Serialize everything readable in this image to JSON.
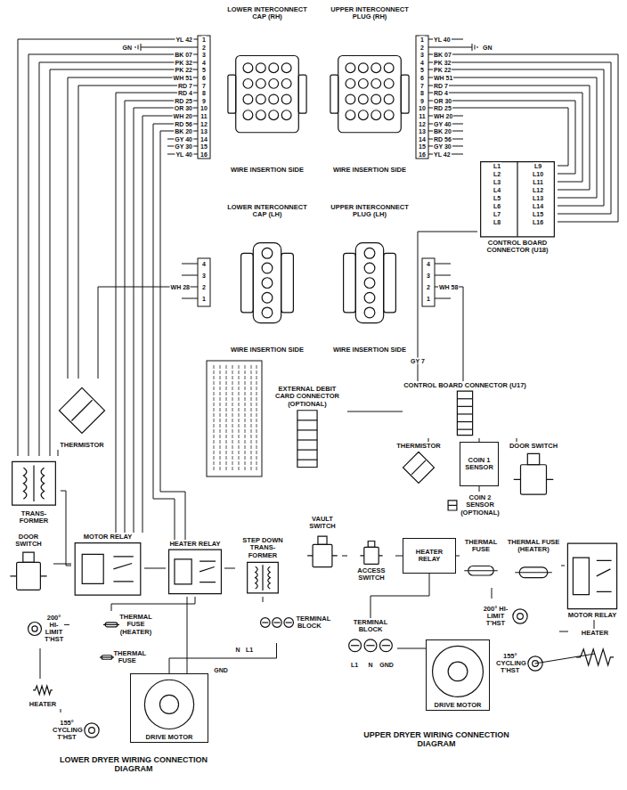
{
  "diagram": {
    "nodes": [
      {
        "text": [
          "LOWER INTERCONNECT CAP (RH)",
          "WIRE INSERTION SIDE"
        ]
      },
      {
        "text": [
          "UPPER INTERCONNECT PLUG (RH)",
          "WIRE INSERTION SIDE"
        ]
      },
      {
        "text": [
          "LOWER INTERCONNECT CAP (LH)",
          "WIRE INSERTION SIDE"
        ]
      },
      {
        "text": [
          "UPPER INTERCONNECT PLUG (LH)",
          "WIRE INSERTION SIDE"
        ]
      },
      {
        "text": [
          "CONTROL BOARD CONNECTOR (U18)"
        ]
      },
      {
        "text": [
          "THERMISTOR"
        ]
      },
      {
        "text": [
          "TRANS-FORMER"
        ]
      },
      {
        "text": [
          "DOOR SWITCH"
        ]
      },
      {
        "text": [
          "MOTOR RELAY"
        ]
      },
      {
        "text": [
          "HEATER RELAY"
        ]
      },
      {
        "text": [
          "STEP DOWN TRANS-FORMER"
        ]
      },
      {
        "text": [
          "TERMINAL BLOCK"
        ]
      },
      {
        "text": [
          "DRIVE MOTOR"
        ]
      },
      {
        "text": [
          "THERMAL FUSE (HEATER)"
        ]
      },
      {
        "text": [
          "200° HI-LIMIT T'HST"
        ]
      },
      {
        "text": [
          "THERMAL FUSE"
        ]
      },
      {
        "text": [
          "HEATER"
        ]
      },
      {
        "text": [
          "155° CYCLING T'HST"
        ]
      },
      {
        "text": [
          "CONTROL BOARD CONNECTOR (U17)"
        ]
      },
      {
        "text": [
          "EXTERNAL DEBIT CARD CONNECTOR (OPTIONAL)"
        ]
      },
      {
        "text": [
          "THERMISTOR"
        ]
      },
      {
        "text": [
          "COIN 1 SENSOR"
        ]
      },
      {
        "text": [
          "COIN 2 SENSOR (OPTIONAL)"
        ]
      },
      {
        "text": [
          "DOOR SWITCH"
        ]
      },
      {
        "text": [
          "VAULT SWITCH"
        ]
      },
      {
        "text": [
          "ACCESS SWITCH"
        ]
      },
      {
        "text": [
          "HEATER RELAY"
        ]
      },
      {
        "text": [
          "THERMAL FUSE"
        ]
      },
      {
        "text": [
          "THERMAL FUSE (HEATER)"
        ]
      },
      {
        "text": [
          "TERMINAL BLOCK"
        ]
      },
      {
        "text": [
          "DRIVE MOTOR"
        ]
      },
      {
        "text": [
          "200° HI-LIMIT T'HST"
        ]
      },
      {
        "text": [
          "MOTOR RELAY"
        ]
      },
      {
        "text": [
          "155° CYCLING T'HST"
        ]
      },
      {
        "text": [
          "HEATER"
        ]
      }
    ],
    "edges": [
      {
        "from": 5,
        "to": 6,
        "arrow": "none"
      },
      {
        "from": 6,
        "to": 8,
        "arrow": "none"
      },
      {
        "from": 7,
        "to": 8,
        "arrow": "none"
      },
      {
        "from": 8,
        "to": 9,
        "arrow": "none"
      },
      {
        "from": 9,
        "to": 10,
        "arrow": "none"
      },
      {
        "from": 10,
        "to": 11,
        "arrow": "none"
      },
      {
        "from": 9,
        "to": 12,
        "arrow": "none"
      },
      {
        "from": 9,
        "to": 13,
        "arrow": "none"
      },
      {
        "from": 13,
        "to": 14,
        "arrow": "none"
      },
      {
        "from": 14,
        "to": 16,
        "arrow": "none"
      },
      {
        "from": 16,
        "to": 17,
        "arrow": "none"
      },
      {
        "from": 15,
        "to": 12,
        "arrow": "none"
      },
      {
        "from": 12,
        "to": 11,
        "arrow": "none"
      },
      {
        "from": 18,
        "to": 20,
        "arrow": "none"
      },
      {
        "from": 18,
        "to": 21,
        "arrow": "none"
      },
      {
        "from": 18,
        "to": 23,
        "arrow": "none"
      },
      {
        "from": 21,
        "to": 22,
        "arrow": "none"
      },
      {
        "from": 19,
        "to": 18,
        "arrow": "none"
      },
      {
        "from": 24,
        "to": 25,
        "arrow": "none"
      },
      {
        "from": 25,
        "to": 26,
        "arrow": "none"
      },
      {
        "from": 26,
        "to": 29,
        "arrow": "none"
      },
      {
        "from": 29,
        "to": 30,
        "arrow": "none"
      },
      {
        "from": 26,
        "to": 27,
        "arrow": "none"
      },
      {
        "from": 27,
        "to": 31,
        "arrow": "none"
      },
      {
        "from": 28,
        "to": 32,
        "arrow": "none"
      },
      {
        "from": 32,
        "to": 34,
        "arrow": "none"
      },
      {
        "from": 31,
        "to": 34,
        "arrow": "none"
      },
      {
        "from": 34,
        "to": 33,
        "arrow": "none"
      }
    ],
    "labels": [
      "1",
      "2",
      "3",
      "4",
      "5",
      "6",
      "7",
      "8",
      "9",
      "10",
      "11",
      "12",
      "13",
      "14",
      "15",
      "16",
      "YL 42",
      "BK 07",
      "PK 32",
      "PK 22",
      "WH 51",
      "RD 7",
      "RD 4",
      "RD 25",
      "OR 30",
      "WH 20",
      "RD 56",
      "BK 20",
      "GY 40",
      "GY 30",
      "YL 40",
      "GN",
      "WH 28",
      "4",
      "3",
      "2",
      "1",
      "1",
      "2",
      "3",
      "4",
      "5",
      "6",
      "7",
      "8",
      "9",
      "10",
      "11",
      "12",
      "13",
      "14",
      "15",
      "16",
      "YL 40",
      "BK 07",
      "PK 32",
      "PK 22",
      "WH 51",
      "RD 7",
      "RD 4",
      "OR 30",
      "RD 25",
      "WH 20",
      "GY 40",
      "BK 20",
      "RD 56",
      "GY 30",
      "YL 42",
      "GN",
      "WH 58",
      "4",
      "3",
      "2",
      "1",
      "L1",
      "L2",
      "L3",
      "L4",
      "L5",
      "L6",
      "L7",
      "L8",
      "L9",
      "L10",
      "L11",
      "L12",
      "L13",
      "L14",
      "L15",
      "L16",
      "GY 7",
      "N",
      "L1",
      "GND",
      "L1",
      "N",
      "GND",
      "LOWER DRYER WIRING CONNECTION DIAGRAM",
      "UPPER DRYER WIRING CONNECTION DIAGRAM"
    ]
  }
}
